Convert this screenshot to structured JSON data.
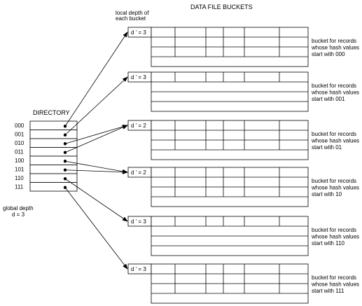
{
  "title": "DATA FILE BUCKETS",
  "local_depth_label": [
    "local depth of",
    "each bucket"
  ],
  "directory": {
    "title": "DIRECTORY",
    "entries": [
      "000",
      "001",
      "010",
      "011",
      "100",
      "101",
      "110",
      "111"
    ],
    "global_depth": [
      "global depth",
      "d = 3"
    ]
  },
  "buckets": [
    {
      "depth_label": "d ' = 3",
      "description": [
        "bucket for records",
        "whose hash values",
        "start with 000"
      ]
    },
    {
      "depth_label": "d ' = 3",
      "description": [
        "bucket for records",
        "whose hash values",
        "start with 001"
      ]
    },
    {
      "depth_label": "d ' = 2",
      "description": [
        "bucket for records",
        "whose hash values",
        "start with 01"
      ]
    },
    {
      "depth_label": "d ' = 2",
      "description": [
        "bucket for records",
        "whose hash values",
        "start with 10"
      ]
    },
    {
      "depth_label": "d ' = 3",
      "description": [
        "bucket for records",
        "whose hash values",
        "start with 110"
      ]
    },
    {
      "depth_label": "d ' = 3",
      "description": [
        "bucket for records",
        "whose hash values",
        "start with 111"
      ]
    }
  ],
  "pointers": [
    0,
    1,
    2,
    2,
    3,
    3,
    4,
    5
  ]
}
